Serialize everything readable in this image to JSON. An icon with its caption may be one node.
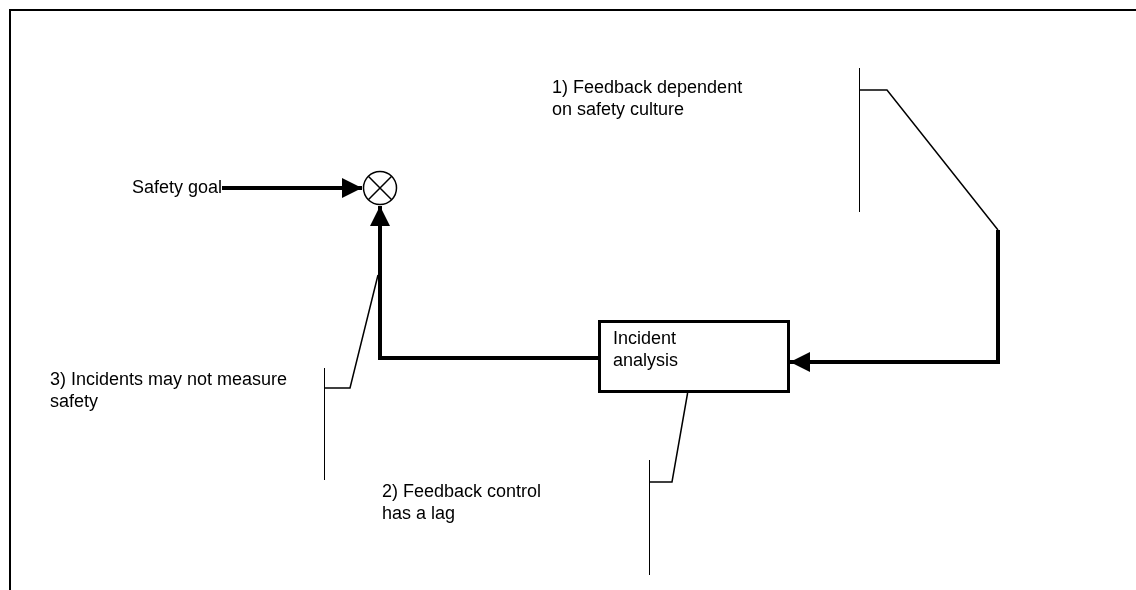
{
  "diagram": {
    "nodes": [
      {
        "text": [
          "Safety goal"
        ]
      },
      {
        "text": [],
        "shape": "circle"
      },
      {
        "text": [
          "Incident analysis"
        ]
      },
      {
        "text": [
          "1) Feedback dependent on safety culture"
        ]
      },
      {
        "text": [
          "3) Incidents may not measure safety"
        ]
      },
      {
        "text": [
          "2) Feedback control has a lag"
        ]
      }
    ],
    "edges": [
      {
        "from": 0,
        "to": 1,
        "arrow": "to",
        "style": "thick"
      },
      {
        "from": null,
        "to": 2,
        "arrow": "to",
        "style": "thick"
      },
      {
        "from": 2,
        "to": 1,
        "arrow": "to",
        "style": "thick"
      },
      {
        "from": 3,
        "to": null,
        "arrow": "none"
      },
      {
        "from": 4,
        "to": null,
        "arrow": "none"
      },
      {
        "from": 5,
        "to": 2,
        "arrow": "none"
      }
    ]
  }
}
